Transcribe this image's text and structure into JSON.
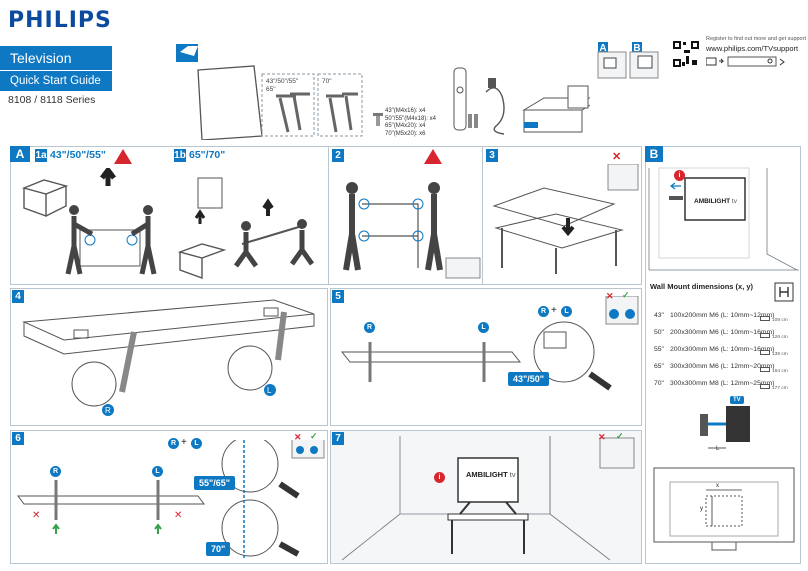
{
  "header": {
    "brand": "PHILIPS",
    "product": "Television",
    "guide": "Quick Start Guide",
    "series": "8108 / 8118 Series"
  },
  "support": {
    "line1": "Register to find out more and get support",
    "url": "www.philips.com/TVsupport"
  },
  "top_sizes": {
    "group1_label_a": "43\"/50\"/55\"",
    "group1_label_b": "65\"",
    "group2_label": "70\""
  },
  "screws": {
    "line1": "43\"",
    "line1_spec": "(M4x16): x4",
    "line2": "50\"/55\"",
    "line2_spec": "(M4x18): x4",
    "line3": "65\"",
    "line3_spec": "(M4x20): x4",
    "line4": "70\"",
    "line4_spec": "(M5x20): x6"
  },
  "corner_tabs": {
    "a": "A",
    "b": "B"
  },
  "sectionA": {
    "letter": "A",
    "step1a_tag": "1a",
    "step1a_sizes": "43\"/50\"/55\"",
    "step1b_tag": "1b",
    "step1b_sizes": "65\"/70\"",
    "step2": "2",
    "step3": "3",
    "step4": "4",
    "step5": "5",
    "step6": "6",
    "step7": "7",
    "L": "L",
    "R": "R",
    "plus": "+",
    "size_4350": "43\"/50\"",
    "size_5565": "55\"/65\"",
    "size_70": "70\"",
    "ambilight": "AMBILIGHT",
    "tv": "tv"
  },
  "sectionB": {
    "letter": "B",
    "ambilight": "AMBILIGHT",
    "tv": "tv",
    "wall_title": "Wall Mount dimensions (x, y)",
    "rows": [
      {
        "size": "43\"",
        "spec": "100x200mm M6 (L: 10mm~12mm)",
        "dist": "108 cm"
      },
      {
        "size": "50\"",
        "spec": "200x300mm M6 (L: 10mm~16mm)",
        "dist": "126 cm"
      },
      {
        "size": "55\"",
        "spec": "200x300mm M6 (L: 10mm~16mm)",
        "dist": "139 cm"
      },
      {
        "size": "65\"",
        "spec": "300x300mm M6 (L: 12mm~20mm)",
        "dist": "164 cm"
      },
      {
        "size": "70\"",
        "spec": "300x300mm M8 (L: 12mm~25mm)",
        "dist": "177 cm"
      }
    ],
    "tv_tag": "TV",
    "l_label": "L",
    "x_label": "x",
    "y_label": "y"
  }
}
